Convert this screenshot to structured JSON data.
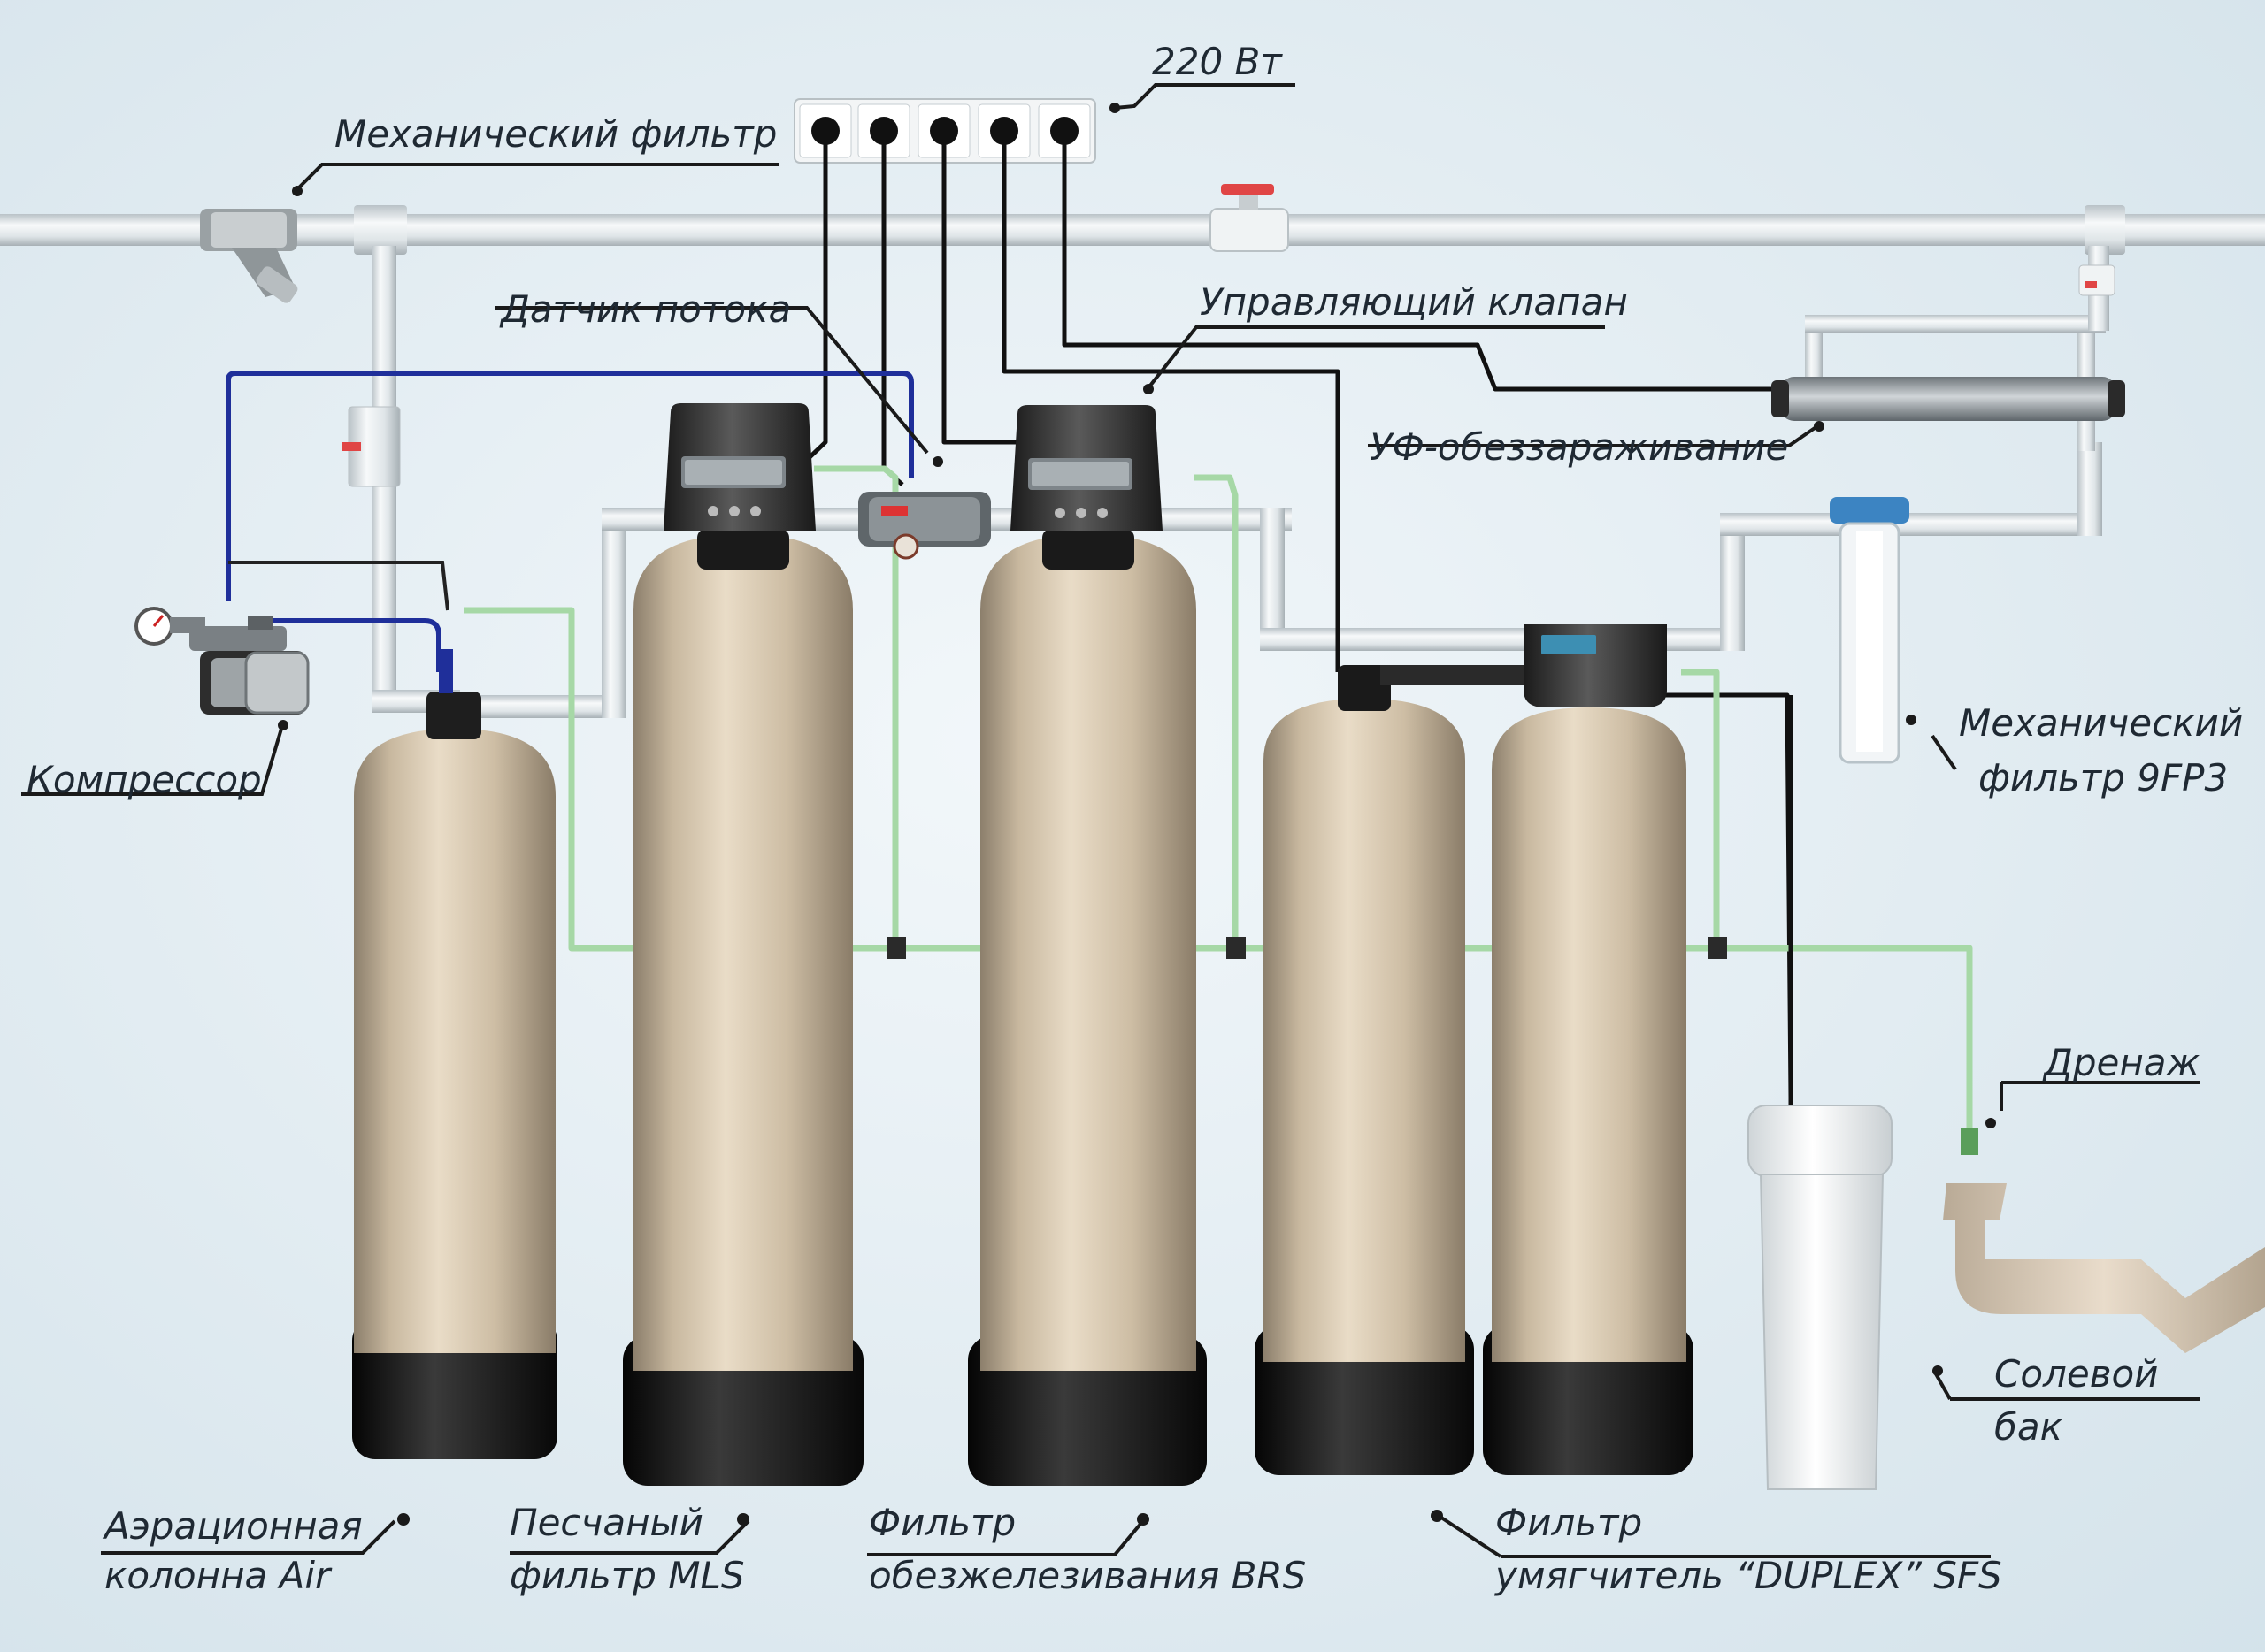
{
  "labels": {
    "power": "220 Вт",
    "mech_filter_top": "Механический фильтр",
    "flow_sensor": "Датчик потока",
    "control_valve": "Управляющий клапан",
    "uv": "УФ-обеззараживание",
    "compressor": "Компрессор",
    "mech_filter_9fp3_line1": "Механический",
    "mech_filter_9fp3_line2": "фильтр 9FP3",
    "drain": "Дренаж",
    "brine_tank_line1": "Солевой",
    "brine_tank_line2": "бак",
    "aeration_line1": "Аэрационная",
    "aeration_line2": "колонна Air",
    "sand_line1": "Песчаный",
    "sand_line2": "фильтр MLS",
    "iron_line1": "Фильтр",
    "iron_line2": "обезжелезивания BRS",
    "softener_line1": "Фильтр",
    "softener_line2": "умягчитель “DUPLEX” SFS"
  },
  "colors": {
    "background": "#dde9f0",
    "pipe": "#e6ecef",
    "tank_body": "#cfc0a8",
    "tank_base": "#1c1c1c",
    "air_line": "#1f2f9a",
    "drain_line": "#a9d9a9",
    "label_text": "#1f2933"
  },
  "icons": {
    "socket": "power-socket-icon",
    "ball_valve": "ball-valve-icon",
    "pressure_gauge": "pressure-gauge-icon"
  }
}
